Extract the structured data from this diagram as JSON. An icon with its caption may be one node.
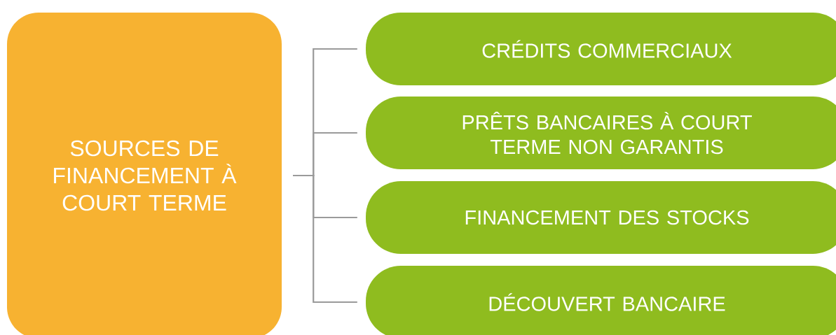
{
  "diagram": {
    "nodes": [
      {
        "text": [
          "SOURCES DE FINANCEMENT À COURT TERME"
        ]
      },
      {
        "text": [
          "CRÉDITS COMMERCIAUX"
        ]
      },
      {
        "text": [
          "PRÊTS BANCAIRES À COURT TERME NON GARANTIS"
        ]
      },
      {
        "text": [
          "FINANCEMENT DES STOCKS"
        ]
      },
      {
        "text": [
          "DÉCOUVERT BANCAIRE"
        ]
      }
    ],
    "edges": [
      {
        "from": 0,
        "to": 1,
        "arrow": "none"
      },
      {
        "from": 0,
        "to": 2,
        "arrow": "none"
      },
      {
        "from": 0,
        "to": 3,
        "arrow": "none"
      },
      {
        "from": 0,
        "to": 4,
        "arrow": "none"
      }
    ]
  }
}
